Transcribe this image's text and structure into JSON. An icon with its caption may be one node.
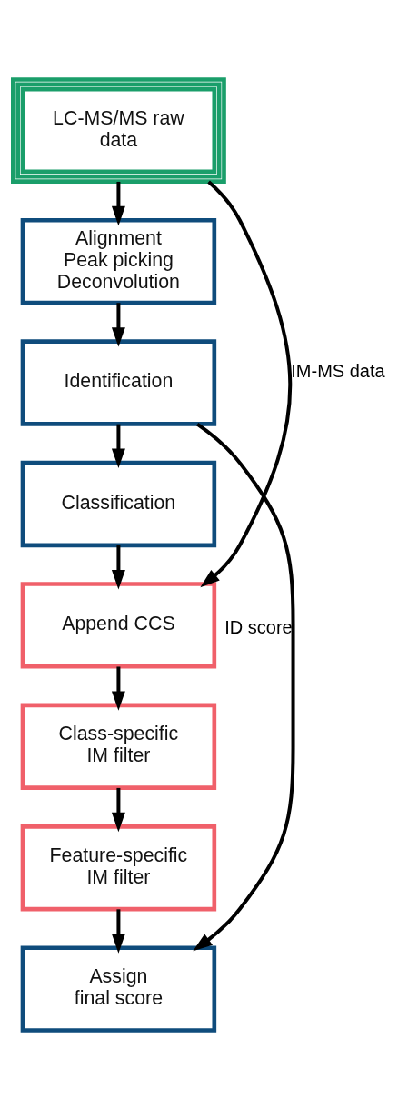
{
  "diagram": {
    "nodes": [
      {
        "text": [
          "LC-MS/MS raw data"
        ]
      },
      {
        "text": [
          "Alignment Peak picking Deconvolution"
        ]
      },
      {
        "text": [
          "Identification"
        ]
      },
      {
        "text": [
          "Classification"
        ]
      },
      {
        "text": [
          "Append CCS"
        ]
      },
      {
        "text": [
          "Class-specific IM filter"
        ]
      },
      {
        "text": [
          "Feature-specific IM filter"
        ]
      },
      {
        "text": [
          "Assign final score"
        ]
      }
    ],
    "edges": [
      {
        "from": 0,
        "to": 1,
        "arrow": "to"
      },
      {
        "from": 0,
        "to": 4,
        "arrow": "to",
        "label": "IM-MS data"
      },
      {
        "from": 1,
        "to": 2,
        "arrow": "to"
      },
      {
        "from": 2,
        "to": 3,
        "arrow": "to"
      },
      {
        "from": 2,
        "to": 7,
        "arrow": "to",
        "label": "ID score"
      },
      {
        "from": 3,
        "to": 4,
        "arrow": "to"
      },
      {
        "from": 4,
        "to": 5,
        "arrow": "to"
      },
      {
        "from": 5,
        "to": 6,
        "arrow": "to"
      },
      {
        "from": 6,
        "to": 7,
        "arrow": "to"
      }
    ]
  }
}
